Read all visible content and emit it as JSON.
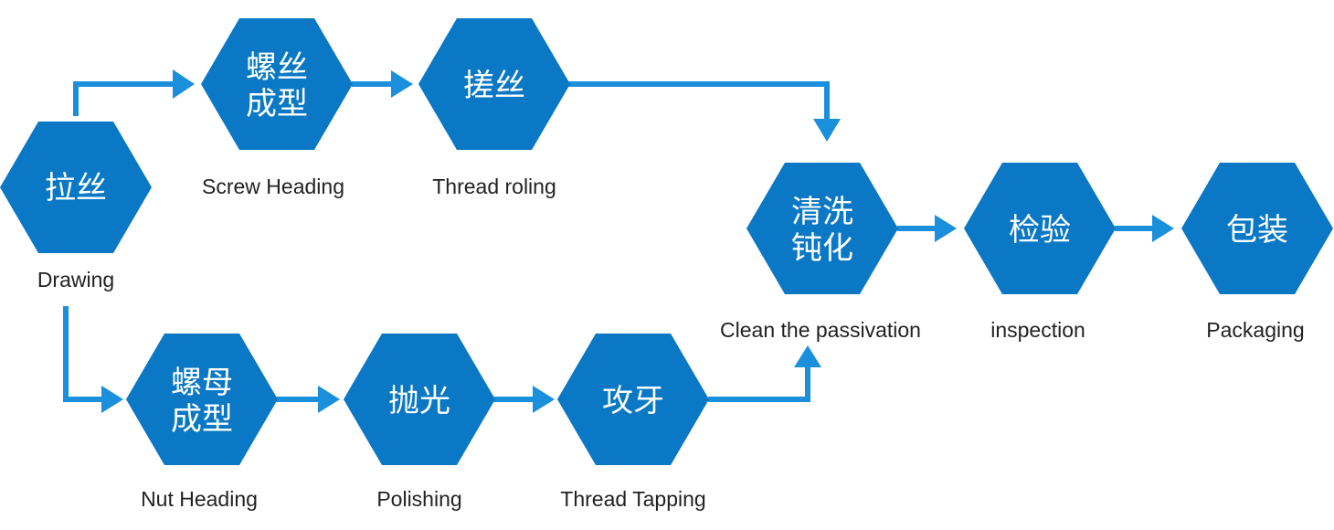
{
  "colors": {
    "hexagon": "#0a78c4",
    "arrow": "#1a90dc",
    "caption": "#222222",
    "hex_text": "#ffffff"
  },
  "steps": {
    "drawing": {
      "label": [
        "拉丝"
      ],
      "caption": "Drawing"
    },
    "screw_heading": {
      "label": [
        "螺丝",
        "成型"
      ],
      "caption": "Screw Heading"
    },
    "thread_rolling": {
      "label": [
        "搓丝"
      ],
      "caption": "Thread roling"
    },
    "nut_heading": {
      "label": [
        "螺母",
        "成型"
      ],
      "caption": "Nut Heading"
    },
    "polishing": {
      "label": [
        "抛光"
      ],
      "caption": "Polishing"
    },
    "thread_tapping": {
      "label": [
        "攻牙"
      ],
      "caption": "Thread Tapping"
    },
    "passivation": {
      "label": [
        "清洗",
        "钝化"
      ],
      "caption": "Clean the passivation"
    },
    "inspection": {
      "label": [
        "检验"
      ],
      "caption": "inspection"
    },
    "packaging": {
      "label": [
        "包装"
      ],
      "caption": "Packaging"
    }
  }
}
